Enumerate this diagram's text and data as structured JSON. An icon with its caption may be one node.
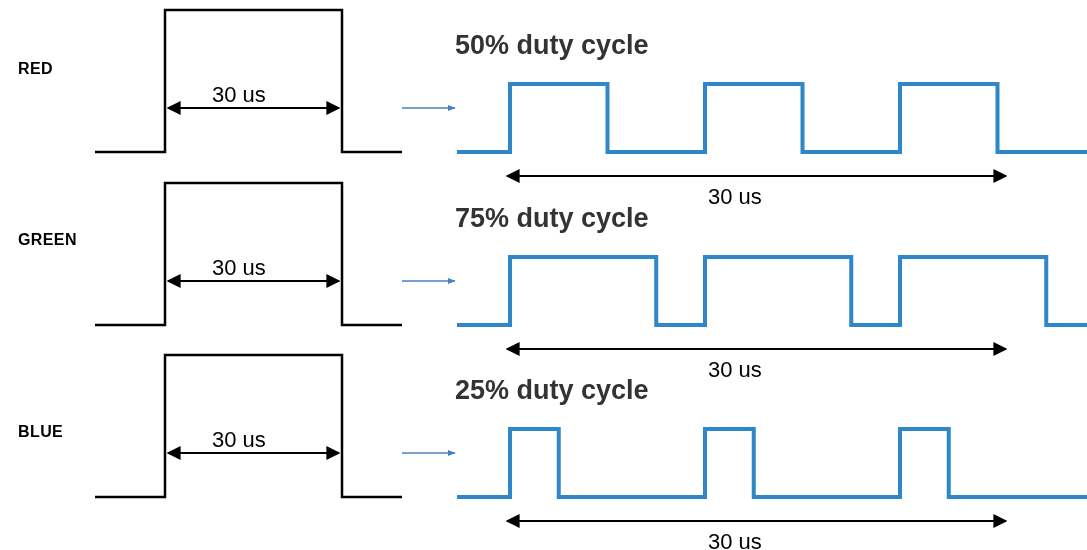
{
  "diagram": {
    "nodes": [
      {
        "text": [],
        "shape": "picture"
      },
      {
        "text": [
          "50% duty cycle"
        ]
      },
      {
        "text": [],
        "shape": "picture"
      },
      {
        "text": [
          "75% duty cycle"
        ]
      },
      {
        "text": [],
        "shape": "picture"
      },
      {
        "text": [
          "25% duty cycle"
        ]
      }
    ],
    "edges": [
      {
        "from": 0,
        "to": 1,
        "arrow": "to"
      },
      {
        "from": 2,
        "to": 3,
        "arrow": "to"
      },
      {
        "from": 4,
        "to": 5,
        "arrow": "to"
      }
    ],
    "labels": [
      "RED",
      "30 us",
      "30 us",
      "GREEN",
      "30 us",
      "30 us",
      "BLUE",
      "30 us",
      "30 us"
    ]
  }
}
